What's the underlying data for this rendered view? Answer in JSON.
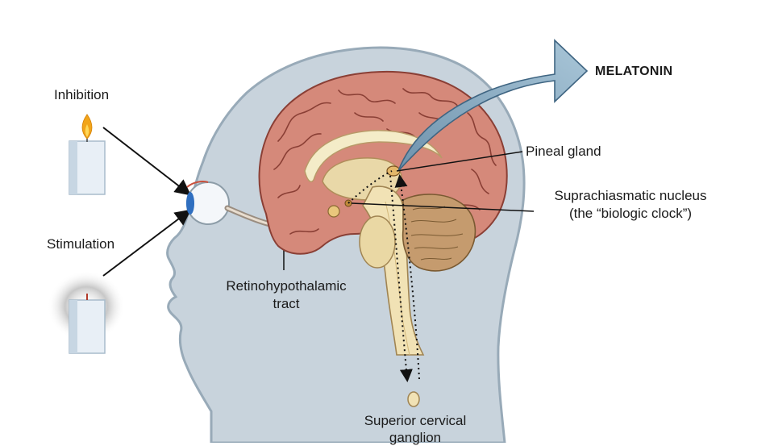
{
  "labels": {
    "inhibition": "Inhibition",
    "stimulation": "Stimulation",
    "melatonin": "MELATONIN",
    "pineal_gland": "Pineal gland",
    "scn_line1": "Suprachiasmatic nucleus",
    "scn_line2": "(the “biologic clock”)",
    "rht_line1": "Retinohypothalamic",
    "rht_line2": "tract",
    "scg_line1": "Superior cervical",
    "scg_line2": "ganglion"
  },
  "colors": {
    "head": "#c8d3dc",
    "head_outline": "#98aab8",
    "brain": "#d5897a",
    "brain_outline": "#8a3f35",
    "arrow": "#8fb2ca",
    "flame": "#f2a51a",
    "candle": "#e8eff6",
    "brainstem": "#f1e2b5",
    "cerebellum": "#c59b6e"
  }
}
